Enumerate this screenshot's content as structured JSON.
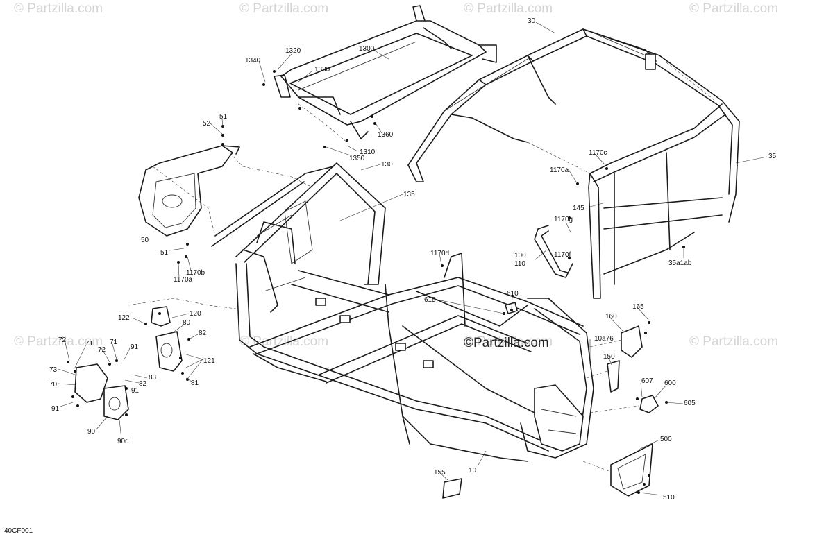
{
  "watermarks": [
    "© Partzilla.com",
    "© Partzilla.com",
    "© Partzilla.com",
    "© Partzilla.com",
    "© Partzilla.com",
    "© Partzilla.com",
    "© Partzilla.com",
    "© Partzilla.com"
  ],
  "brand_center": "©Partzilla.com",
  "diagram_code": "40CF001",
  "callouts": {
    "c30": "30",
    "c35": "35",
    "c35a1ab": "35a1ab",
    "c1300": "1300",
    "c1310": "1310",
    "c1320": "1320",
    "c1330": "1330",
    "c1340": "1340",
    "c1350": "1350",
    "c1360": "1360",
    "c51a": "51",
    "c51b": "51",
    "c52": "52",
    "c50": "50",
    "c130": "130",
    "c135": "135",
    "c1170a": "1170a",
    "c1170a2": "1170a",
    "c1170b": "1170b",
    "c1170c": "1170c",
    "c1170d": "1170d",
    "c1170f": "1170f",
    "c1170g": "1170g",
    "c145": "145",
    "c100": "100",
    "c110": "110",
    "c120": "120",
    "c122": "122",
    "c80": "80",
    "c82a": "82",
    "c82b": "82",
    "c121": "121",
    "c83": "83",
    "c81": "81",
    "c91a": "91",
    "c91b": "91",
    "c91c": "91",
    "c72a": "72",
    "c72b": "72",
    "c71a": "71",
    "c71b": "71",
    "c73": "73",
    "c70": "70",
    "c90": "90",
    "c90d": "90d",
    "c615": "615",
    "c610": "610",
    "c165": "165",
    "c160": "160",
    "c10a76": "10a76",
    "c150": "150",
    "c607": "607",
    "c600": "600",
    "c605": "605",
    "c500": "500",
    "c510": "510",
    "c155": "155",
    "c10": "10"
  }
}
